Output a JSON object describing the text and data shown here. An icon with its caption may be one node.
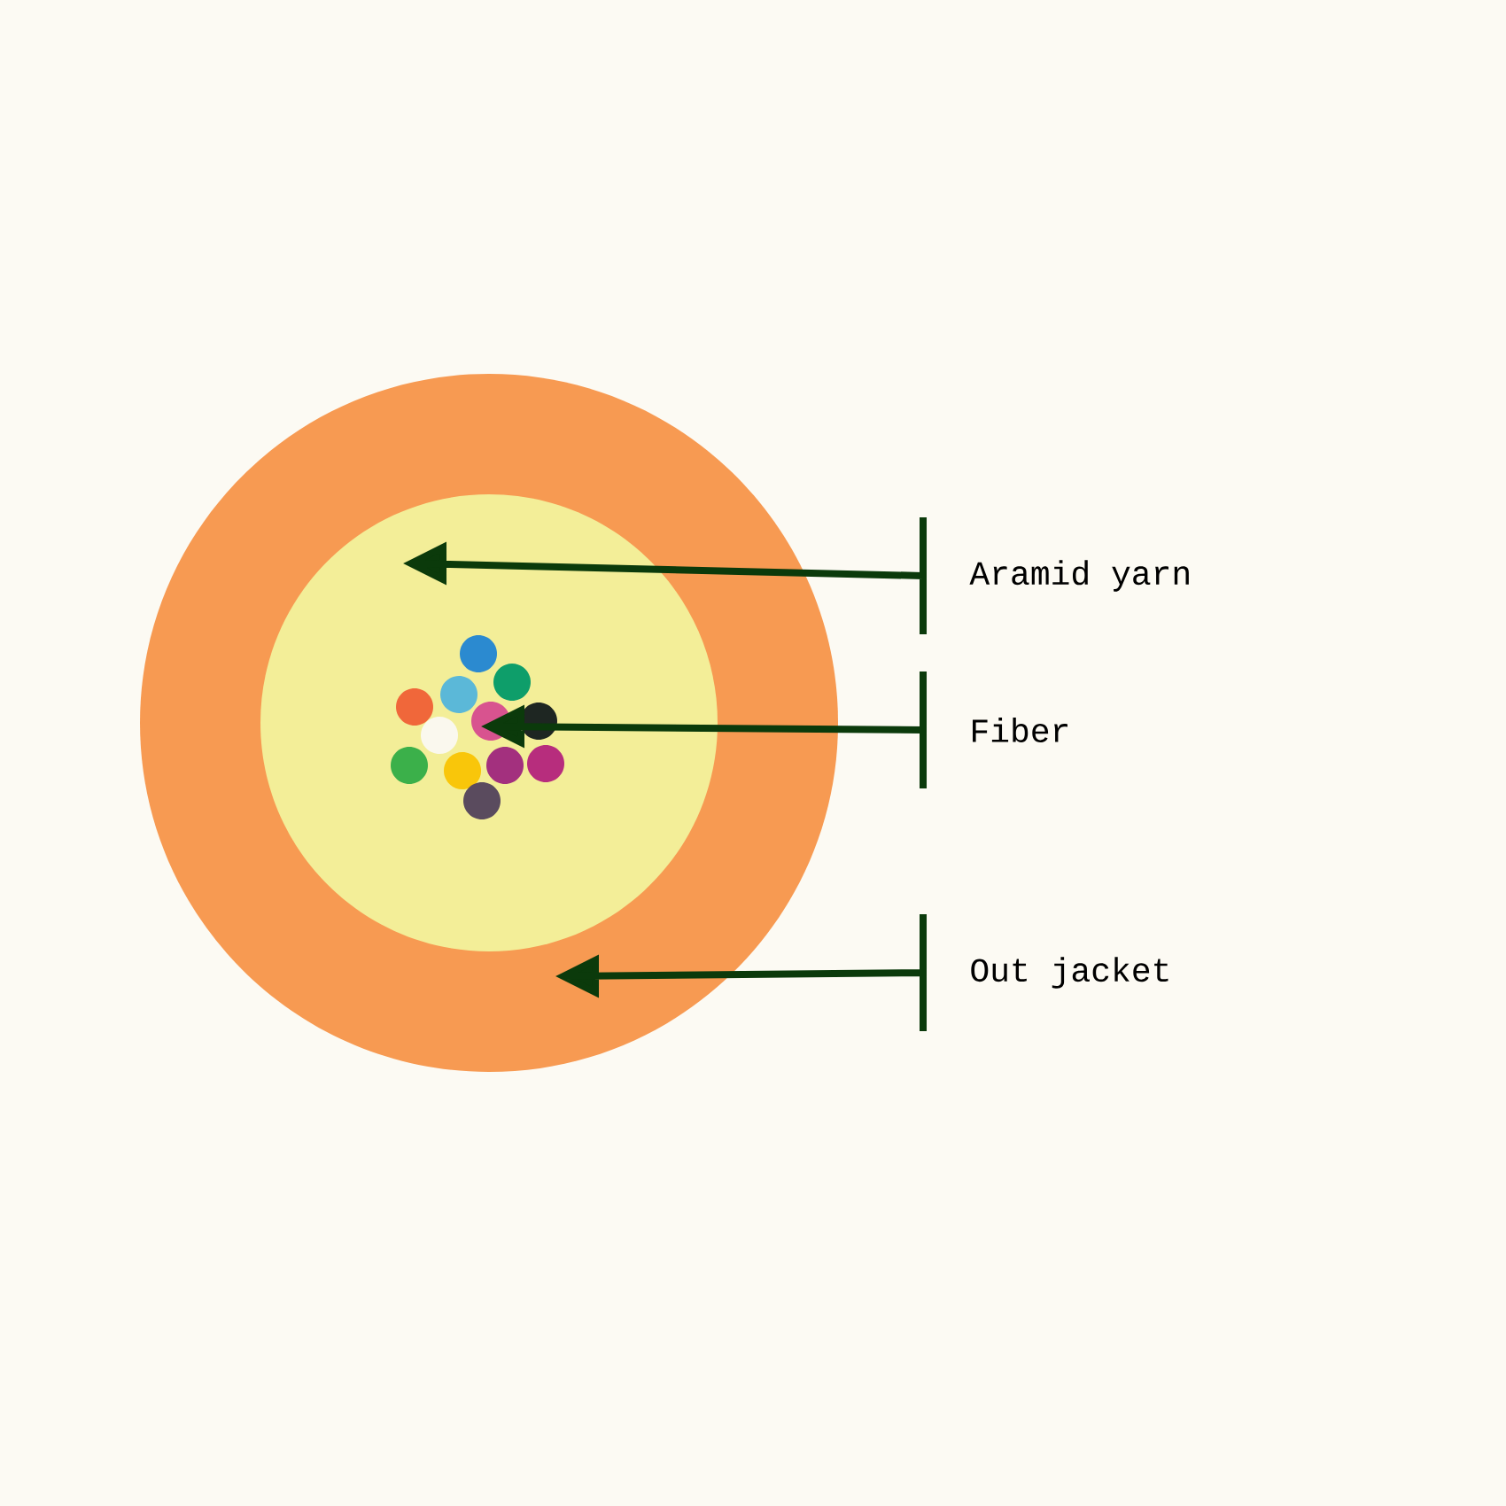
{
  "diagram": {
    "nodes": [
      {
        "text": [],
        "shape": "circle"
      },
      {
        "text": [],
        "shape": "circle",
        "in": 0
      },
      {
        "text": [],
        "shape": "circle",
        "in": 1
      },
      {
        "text": [
          "Aramid yarn"
        ]
      },
      {
        "text": [
          "Fiber"
        ]
      },
      {
        "text": [
          "Out jacket"
        ]
      }
    ],
    "edges": [
      {
        "from": 3,
        "to": 1,
        "arrow": "to"
      },
      {
        "from": 4,
        "to": 2,
        "arrow": "to"
      },
      {
        "from": 5,
        "to": 0,
        "arrow": "to"
      }
    ]
  }
}
